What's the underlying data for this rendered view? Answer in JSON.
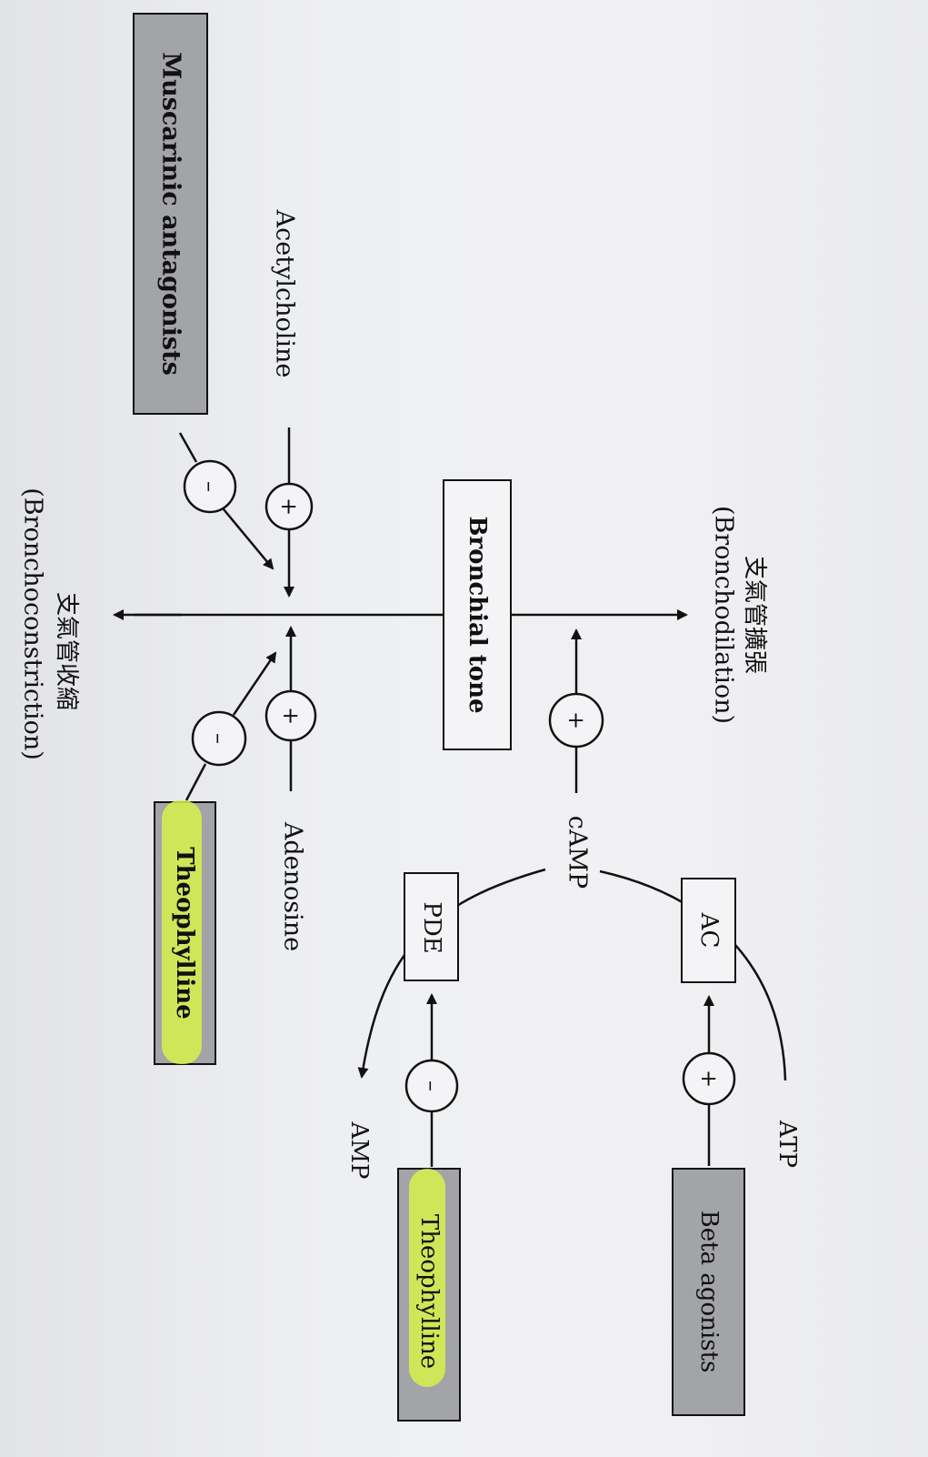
{
  "diagram": {
    "bronchial_tone": "Bronchial tone",
    "dilation_zh": "支氣管擴張",
    "dilation_en": "(Bronchodilation)",
    "constriction_zh": "支氣管收縮",
    "constriction_en": "(Bronchoconstriction)",
    "muscarinic": "Muscarinic antagonists",
    "acetylcholine": "Acetylcholine",
    "adenosine": "Adenosine",
    "theophylline_1": "Theophylline",
    "theophylline_2": "Theophylline",
    "camp": "cAMP",
    "ac": "AC",
    "pde": "PDE",
    "atp": "ATP",
    "amp": "AMP",
    "beta": "Beta agonists",
    "plus": "+",
    "minus": "–"
  },
  "colors": {
    "ink": "#111111",
    "drug_box": "#a3a4a8",
    "highlight": "#d7f24a"
  }
}
